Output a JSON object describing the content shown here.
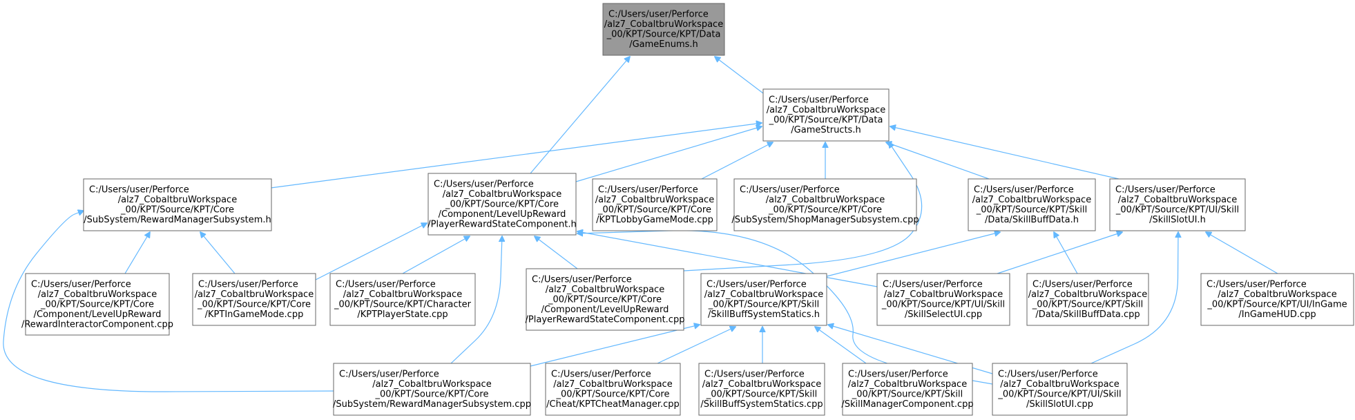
{
  "diagram": {
    "type": "include-dependency-graph",
    "colors": {
      "root_fill": "#999999",
      "node_fill": "#ffffff",
      "node_border": "#666666",
      "edge": "#63b8ff",
      "text": "#000000"
    },
    "nodes": [
      {
        "id": "n0",
        "lines": [
          "C:/Users/user/Perforce",
          "/alz7_CobaltbruWorkspace",
          "_00/KPT/Source/KPT/Data",
          "/GameEnums.h"
        ],
        "root": true
      },
      {
        "id": "n1",
        "lines": [
          "C:/Users/user/Perforce",
          "/alz7_CobaltbruWorkspace",
          "_00/KPT/Source/KPT/Data",
          "/GameStructs.h"
        ]
      },
      {
        "id": "n2",
        "lines": [
          "C:/Users/user/Perforce",
          "/alz7_CobaltbruWorkspace",
          "_00/KPT/Source/KPT/Core",
          "/SubSystem/RewardManagerSubsystem.h"
        ]
      },
      {
        "id": "n3",
        "lines": [
          "C:/Users/user/Perforce",
          "/alz7_CobaltbruWorkspace",
          "_00/KPT/Source/KPT/Core",
          "/Component/LevelUpReward",
          "/PlayerRewardStateComponent.h"
        ]
      },
      {
        "id": "n4",
        "lines": [
          "C:/Users/user/Perforce",
          "/alz7_CobaltbruWorkspace",
          "_00/KPT/Source/KPT/Core",
          "/KPTLobbyGameMode.cpp"
        ]
      },
      {
        "id": "n5",
        "lines": [
          "C:/Users/user/Perforce",
          "/alz7_CobaltbruWorkspace",
          "_00/KPT/Source/KPT/Core",
          "/SubSystem/ShopManagerSubsystem.cpp"
        ]
      },
      {
        "id": "n6",
        "lines": [
          "C:/Users/user/Perforce",
          "/alz7_CobaltbruWorkspace",
          "_00/KPT/Source/KPT/Skill",
          "/Data/SkillBuffData.h"
        ]
      },
      {
        "id": "n7",
        "lines": [
          "C:/Users/user/Perforce",
          "/alz7_CobaltbruWorkspace",
          "_00/KPT/Source/KPT/UI/Skill",
          "/SkillSlotUI.h"
        ]
      },
      {
        "id": "n8",
        "lines": [
          "C:/Users/user/Perforce",
          "/alz7_CobaltbruWorkspace",
          "_00/KPT/Source/KPT/Core",
          "/Component/LevelUpReward",
          "/RewardInteractorComponent.cpp"
        ]
      },
      {
        "id": "n9",
        "lines": [
          "C:/Users/user/Perforce",
          "/alz7_CobaltbruWorkspace",
          "_00/KPT/Source/KPT/Core",
          "/KPTInGameMode.cpp"
        ]
      },
      {
        "id": "n10",
        "lines": [
          "C:/Users/user/Perforce",
          "/alz7_CobaltbruWorkspace",
          "_00/KPT/Source/KPT/Character",
          "/KPTPlayerState.cpp"
        ]
      },
      {
        "id": "n11",
        "lines": [
          "C:/Users/user/Perforce",
          "/alz7_CobaltbruWorkspace",
          "_00/KPT/Source/KPT/Core",
          "/Component/LevelUpReward",
          "/PlayerRewardStateComponent.cpp"
        ]
      },
      {
        "id": "n12",
        "lines": [
          "C:/Users/user/Perforce",
          "/alz7_CobaltbruWorkspace",
          "_00/KPT/Source/KPT/Skill",
          "/SkillBuffSystemStatics.h"
        ]
      },
      {
        "id": "n13",
        "lines": [
          "C:/Users/user/Perforce",
          "/alz7_CobaltbruWorkspace",
          "_00/KPT/Source/KPT/UI/Skill",
          "/SkillSelectUI.cpp"
        ]
      },
      {
        "id": "n14",
        "lines": [
          "C:/Users/user/Perforce",
          "/alz7_CobaltbruWorkspace",
          "_00/KPT/Source/KPT/Skill",
          "/Data/SkillBuffData.cpp"
        ]
      },
      {
        "id": "n15",
        "lines": [
          "C:/Users/user/Perforce",
          "/alz7_CobaltbruWorkspace",
          "_00/KPT/Source/KPT/UI/InGame",
          "/InGameHUD.cpp"
        ]
      },
      {
        "id": "n16",
        "lines": [
          "C:/Users/user/Perforce",
          "/alz7_CobaltbruWorkspace",
          "_00/KPT/Source/KPT/Core",
          "/SubSystem/RewardManagerSubsystem.cpp"
        ]
      },
      {
        "id": "n17",
        "lines": [
          "C:/Users/user/Perforce",
          "/alz7_CobaltbruWorkspace",
          "_00/KPT/Source/KPT/Core",
          "/Cheat/KPTCheatManager.cpp"
        ]
      },
      {
        "id": "n18",
        "lines": [
          "C:/Users/user/Perforce",
          "/alz7_CobaltbruWorkspace",
          "_00/KPT/Source/KPT/Skill",
          "/SkillBuffSystemStatics.cpp"
        ]
      },
      {
        "id": "n19",
        "lines": [
          "C:/Users/user/Perforce",
          "/alz7_CobaltbruWorkspace",
          "_00/KPT/Source/KPT/Skill",
          "/SkillManagerComponent.cpp"
        ]
      },
      {
        "id": "n20",
        "lines": [
          "C:/Users/user/Perforce",
          "/alz7_CobaltbruWorkspace",
          "_00/KPT/Source/KPT/UI/Skill",
          "/SkillSlotUI.cpp"
        ]
      }
    ],
    "edges": [
      {
        "from": "n1",
        "to": "n0"
      },
      {
        "from": "n3",
        "to": "n0"
      },
      {
        "from": "n2",
        "to": "n1"
      },
      {
        "from": "n3",
        "to": "n1"
      },
      {
        "from": "n4",
        "to": "n1"
      },
      {
        "from": "n5",
        "to": "n1"
      },
      {
        "from": "n6",
        "to": "n1"
      },
      {
        "from": "n7",
        "to": "n1"
      },
      {
        "from": "n11",
        "to": "n1"
      },
      {
        "from": "n8",
        "to": "n2"
      },
      {
        "from": "n9",
        "to": "n2"
      },
      {
        "from": "n16",
        "to": "n2"
      },
      {
        "from": "n9",
        "to": "n3"
      },
      {
        "from": "n10",
        "to": "n3"
      },
      {
        "from": "n11",
        "to": "n3"
      },
      {
        "from": "n16",
        "to": "n3"
      },
      {
        "from": "n13",
        "to": "n3"
      },
      {
        "from": "n20",
        "to": "n3"
      },
      {
        "from": "n12",
        "to": "n6"
      },
      {
        "from": "n14",
        "to": "n6"
      },
      {
        "from": "n13",
        "to": "n7"
      },
      {
        "from": "n15",
        "to": "n7"
      },
      {
        "from": "n20",
        "to": "n7"
      },
      {
        "from": "n16",
        "to": "n12"
      },
      {
        "from": "n17",
        "to": "n12"
      },
      {
        "from": "n18",
        "to": "n12"
      },
      {
        "from": "n19",
        "to": "n12"
      },
      {
        "from": "n20",
        "to": "n12"
      }
    ]
  }
}
